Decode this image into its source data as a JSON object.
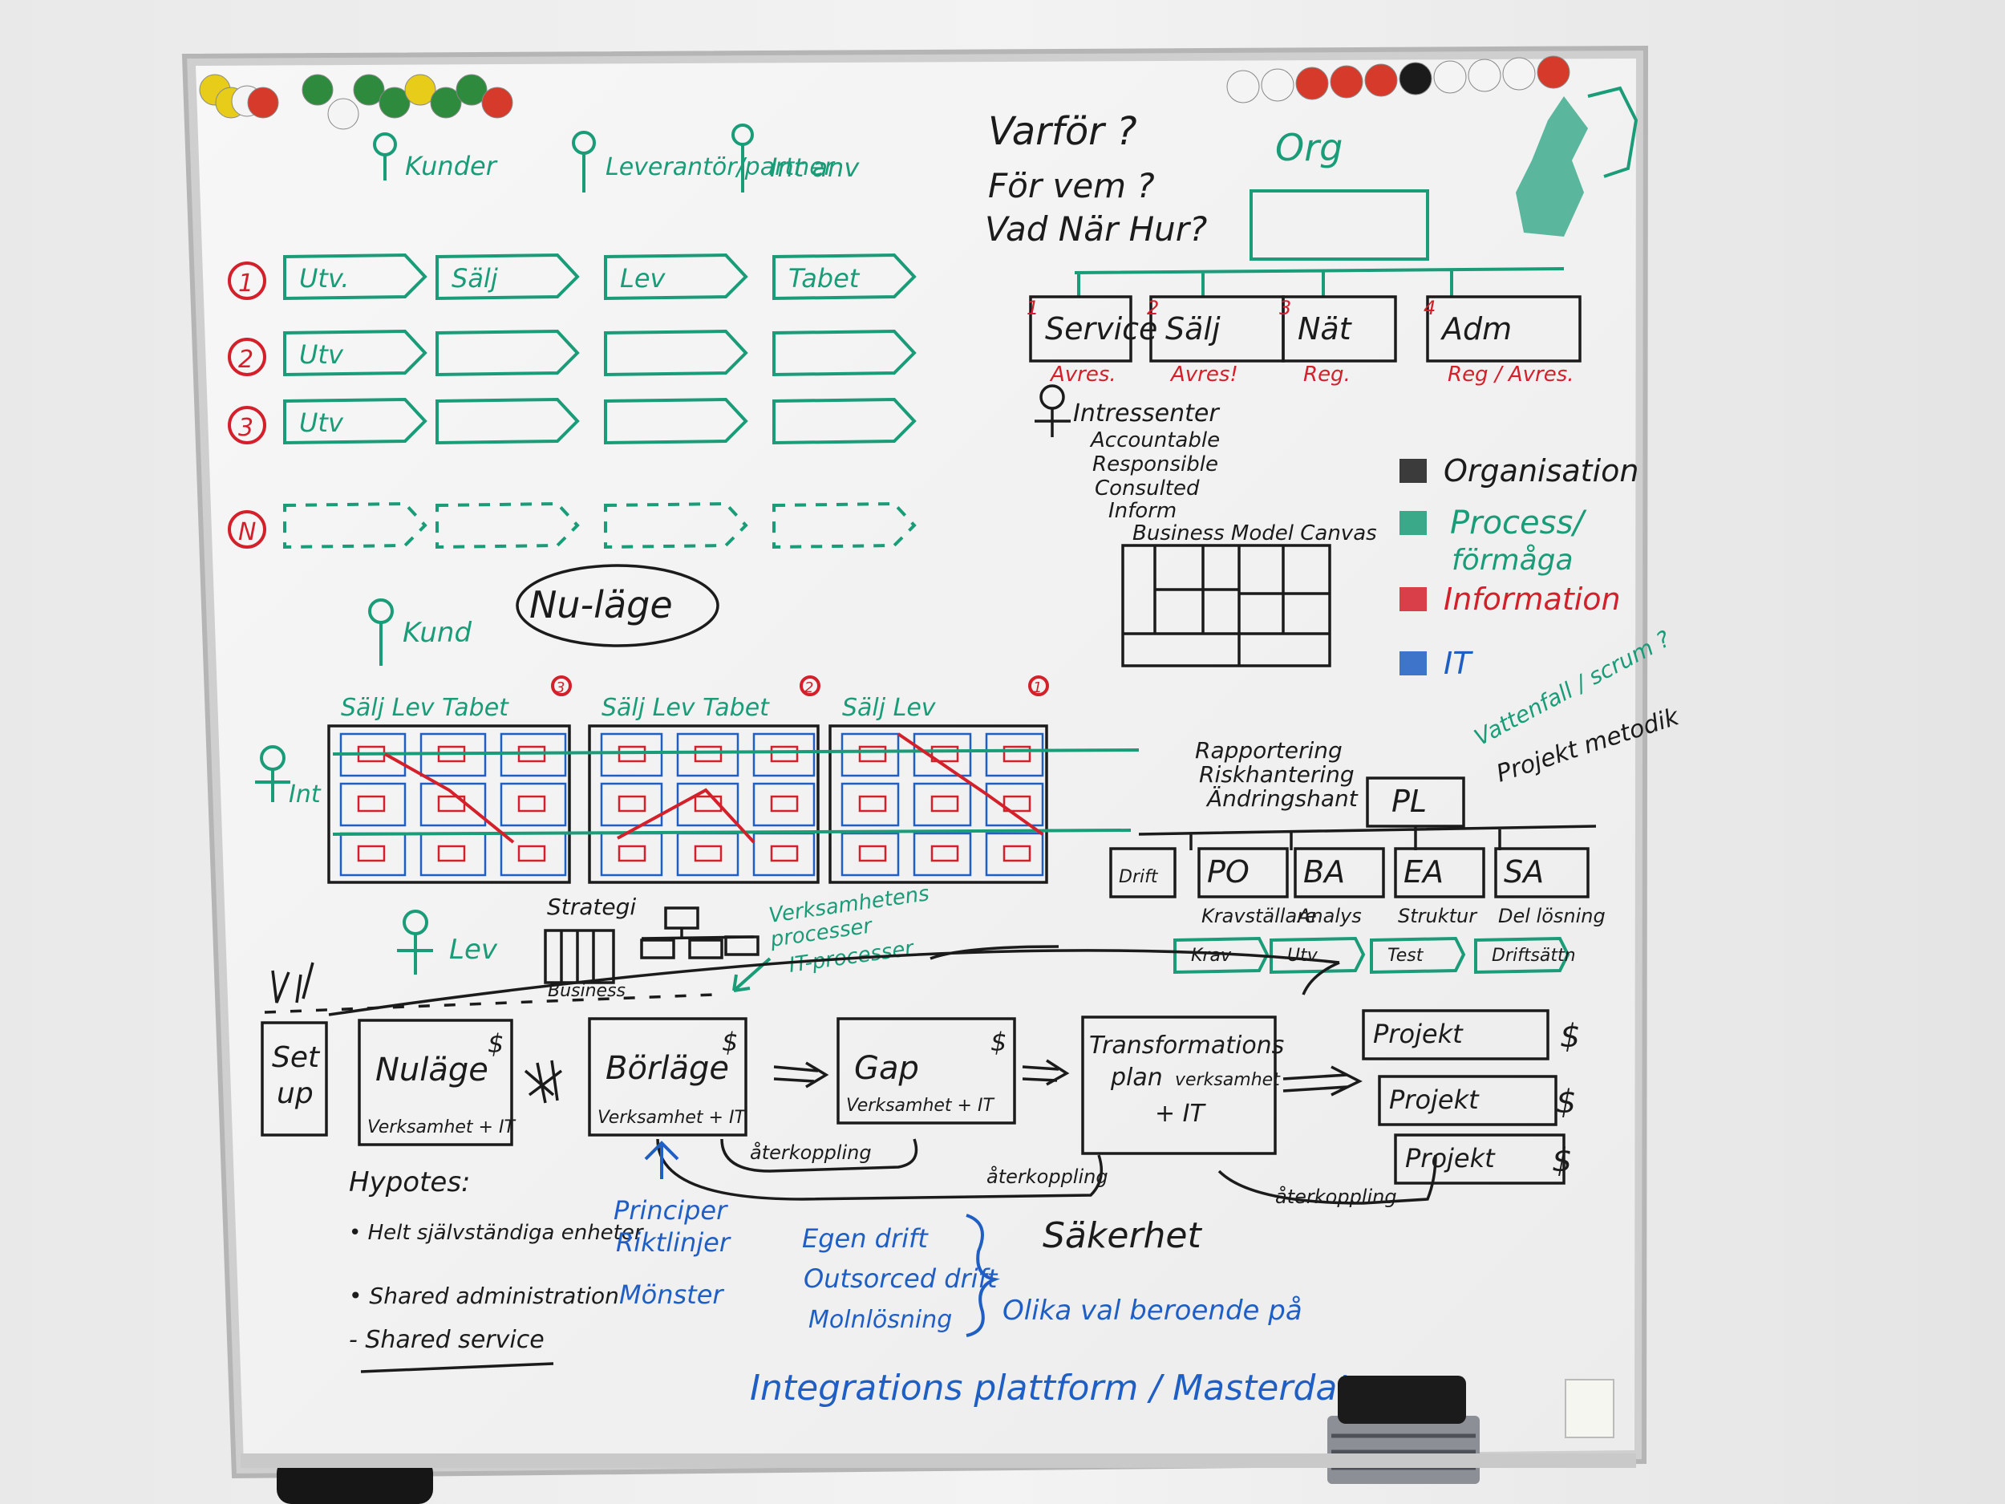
{
  "board": {
    "roles": [
      "Kunder",
      "Leverantör/partner",
      "Int anv"
    ],
    "flows": [
      {
        "num": "1",
        "steps": [
          "Utv.",
          "Sälj",
          "Lev",
          "Tabet"
        ]
      },
      {
        "num": "2",
        "steps": [
          "Utv",
          "",
          "",
          ""
        ]
      },
      {
        "num": "3",
        "steps": [
          "Utv",
          "",
          "",
          ""
        ]
      },
      {
        "num": "N",
        "steps": [
          "",
          "",
          "",
          ""
        ]
      }
    ],
    "questions": [
      "Varför ?",
      "För vem ?",
      "Vad När Hur?"
    ],
    "org": {
      "top": "Org",
      "units": [
        {
          "n": "1",
          "name": "Service",
          "note": "Avres."
        },
        {
          "n": "2",
          "name": "Sälj",
          "note": "Avres!"
        },
        {
          "n": "3",
          "name": "Nät",
          "note": "Reg."
        },
        {
          "n": "4",
          "name": "Adm",
          "note": "Reg / Avres."
        }
      ]
    },
    "stakeholders": [
      "Intressenter",
      "Accountable",
      "Responsible",
      "Consulted",
      "Inform"
    ],
    "canvas_label": "Business Model Canvas",
    "legend": [
      {
        "label": "Organisation",
        "color": "#1b1b1b"
      },
      {
        "label": "Process/ förmåga",
        "color": "#1a9c78"
      },
      {
        "label": "Information",
        "color": "#d3202a"
      },
      {
        "label": "IT",
        "color": "#1f5fc4"
      }
    ],
    "nulage_title": "Nu-läge",
    "kund": "Kund",
    "int": "Int",
    "lev": "Lev",
    "matrix_groups": [
      {
        "labels": "Sälj Lev Tabet",
        "num": "3"
      },
      {
        "labels": "Sälj Lev Tabet",
        "num": "2"
      },
      {
        "labels": "Sälj Lev",
        "num": "1"
      }
    ],
    "method": {
      "vattenfall": "Vattenfall / scrum ?",
      "projekt": "Projekt metodik",
      "tasks": [
        "Rapportering",
        "Riskhantering",
        "Ändringshant"
      ],
      "pl": "PL",
      "roles": [
        {
          "name": "Drift",
          "sub": ""
        },
        {
          "name": "PO",
          "sub": "Kravställare"
        },
        {
          "name": "BA",
          "sub": "Analys"
        },
        {
          "name": "EA",
          "sub": "Struktur"
        },
        {
          "name": "SA",
          "sub": "Del lösning"
        }
      ],
      "phases": [
        "Krav",
        "Utv",
        "Test",
        "Driftsättn"
      ]
    },
    "strategi": "Strategi",
    "business": "Business",
    "verksamhet": [
      "Verksamhetens",
      "processer",
      "IT-processer"
    ],
    "pipeline": [
      {
        "title": "Set up",
        "sub": "",
        "cost": ""
      },
      {
        "title": "Nuläge",
        "sub": "Verksamhet + IT",
        "cost": "$"
      },
      {
        "title": "Börläge",
        "sub": "Verksamhet + IT",
        "cost": "$"
      },
      {
        "title": "Gap",
        "sub": "Verksamhet + IT",
        "cost": "$"
      },
      {
        "title": "Transformations plan",
        "sub": "verksamhet + IT",
        "cost": ""
      }
    ],
    "projects": [
      "Projekt",
      "Projekt",
      "Projekt"
    ],
    "money": "$",
    "feedback": [
      "återkoppling",
      "återkoppling",
      "återkoppling"
    ],
    "hypotes": {
      "title": "Hypotes:",
      "items": [
        "Helt självständiga enheter",
        "Shared administration",
        "Shared service"
      ]
    },
    "principles": [
      "Principer",
      "Riktlinjer",
      "Mönster"
    ],
    "drift": [
      "Egen drift",
      "Outsorced drift",
      "Molnlösning"
    ],
    "olika": "Olika val beroende på",
    "sakerhet": "Säkerhet",
    "integration": "Integrations plattform / Masterdata"
  },
  "magnets_left": [
    "#e8cc1a",
    "#e8cc1a",
    "#f4f4f4",
    "#d63a2a",
    "#2e8b3e",
    "#f4f4f4",
    "#2e8b3e",
    "#2e8b3e",
    "#e8cc1a",
    "#2e8b3e",
    "#2e8b3e",
    "#d63a2a"
  ],
  "magnets_right": [
    "#f4f4f4",
    "#f4f4f4",
    "#d63a2a",
    "#d63a2a",
    "#d63a2a",
    "#1b1b1b",
    "#f4f4f4",
    "#f4f4f4",
    "#f4f4f4",
    "#d63a2a"
  ]
}
